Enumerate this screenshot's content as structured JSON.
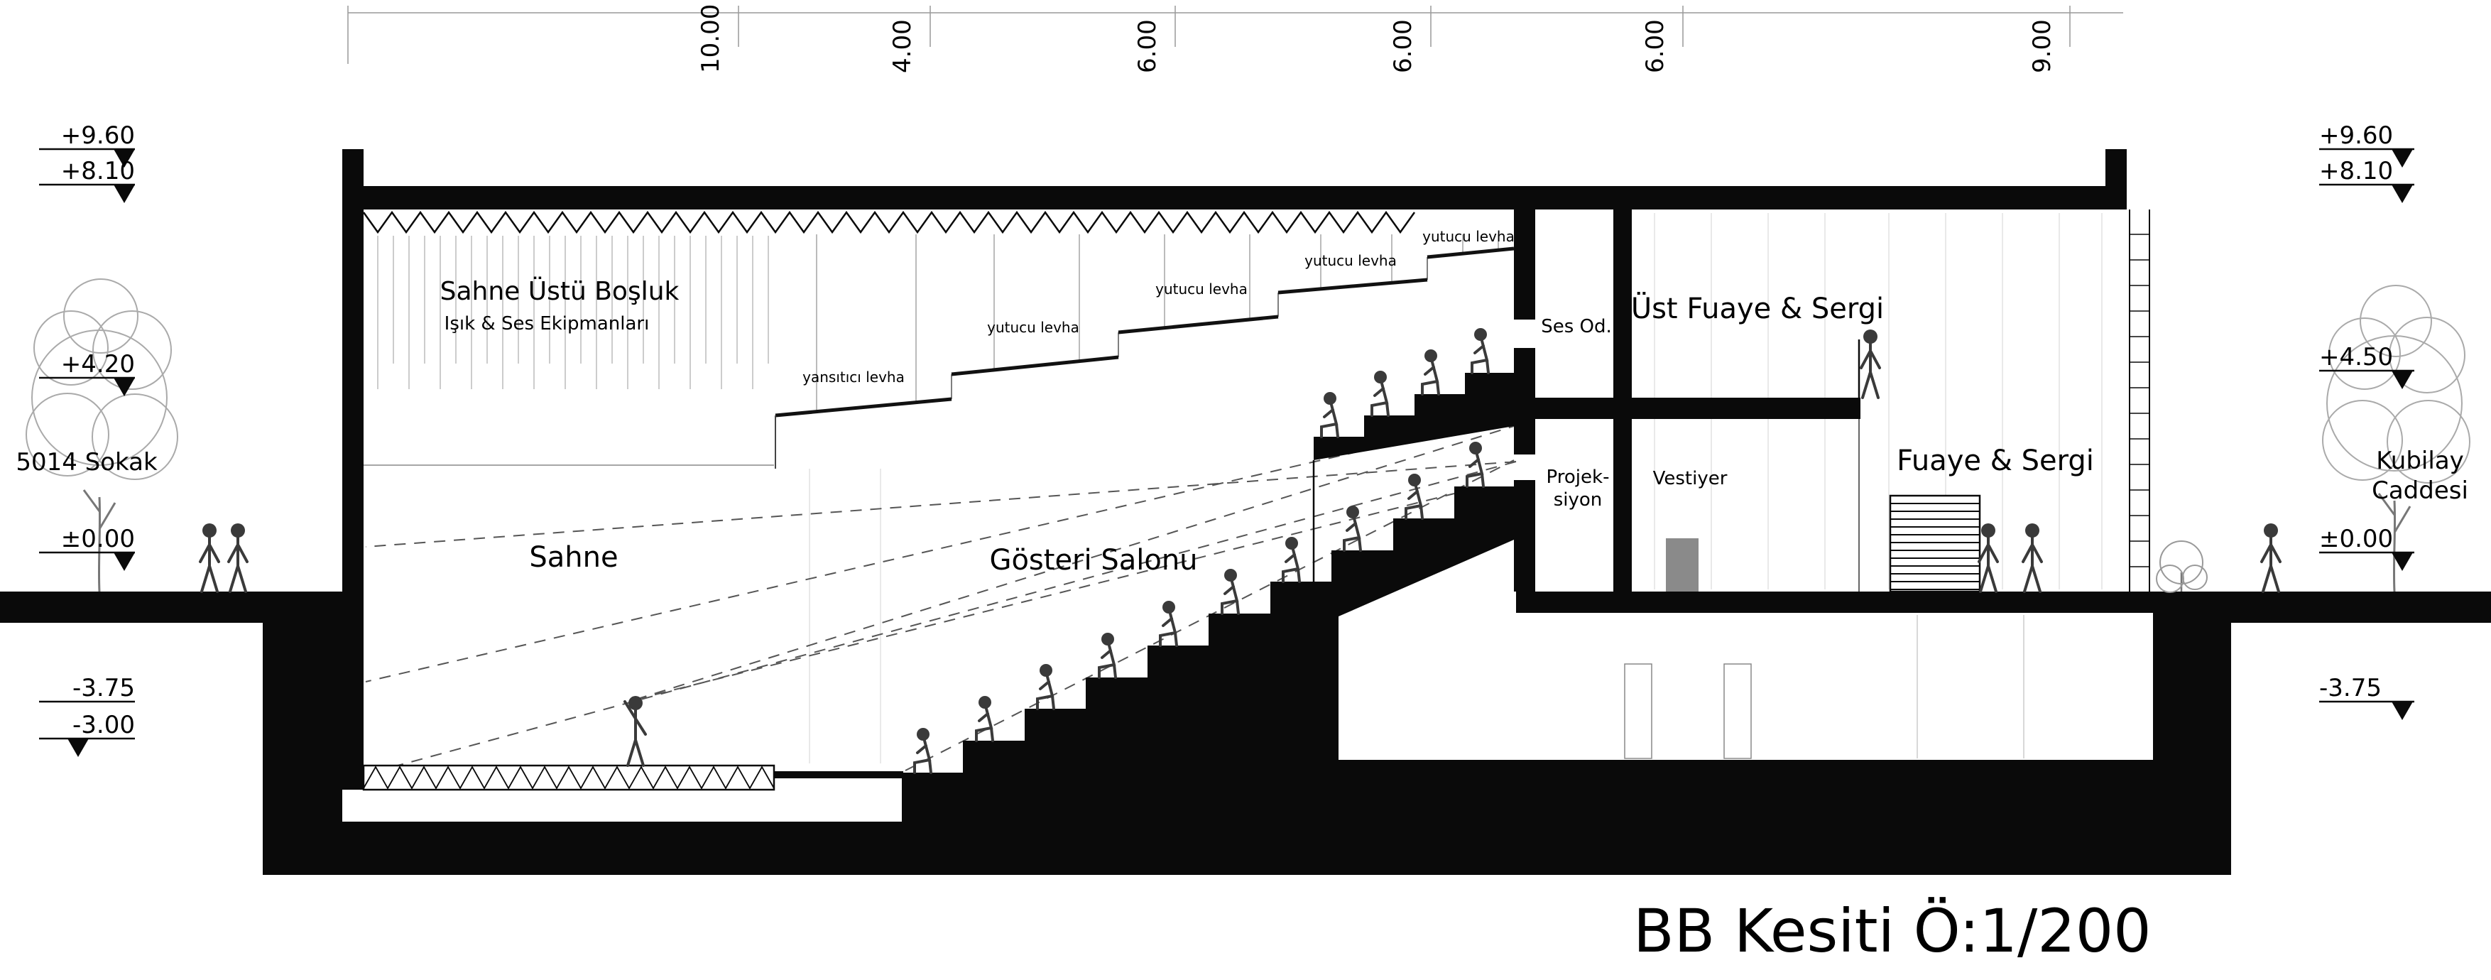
{
  "title": "BB Kesiti Ö:1/200",
  "dims": [
    "10.00",
    "4.00",
    "6.00",
    "6.00",
    "6.00",
    "9.00"
  ],
  "left": {
    "a": "+9.60",
    "b": "+8.10",
    "c": "+4.20",
    "street": "5014 Sokak",
    "d": "±0.00",
    "e": "-3.75",
    "f": "-3.00"
  },
  "right": {
    "a": "+9.60",
    "b": "+8.10",
    "c": "+4.50",
    "street1": "Kubilay",
    "street2": "Caddesi",
    "d": "±0.00",
    "e": "-3.75"
  },
  "rooms": {
    "fly": "Sahne Üstü Boşluk",
    "fly_sub": "Işık & Ses Ekipmanları",
    "stage": "Sahne",
    "hall": "Gösteri Salonu",
    "sound": "Ses Od.",
    "upper_foyer": "Üst Fuaye & Sergi",
    "projection1": "Projek-",
    "projection2": "siyon",
    "cloak": "Vestiyer",
    "foyer": "Fuaye & Sergi"
  },
  "panels": {
    "p1": "yansıtıcı levha",
    "p2": "yutucu levha",
    "p3": "yutucu levha",
    "p4": "yutucu levha",
    "p5": "yutucu levha"
  },
  "colors": {
    "ink": "#0a0a0a",
    "light": "#bbbbbb",
    "figure": "#3a3a3a"
  }
}
